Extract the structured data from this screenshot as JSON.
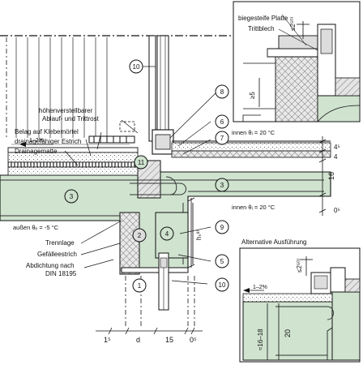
{
  "colors": {
    "concrete": "#cfe3cf",
    "concrete_dark": "#b9d4b9",
    "insulation": "#e2e2e2",
    "insulation_hatch": "#8a8a8a",
    "line": "#111111",
    "water_blue": "#9fc7e8"
  },
  "labels": {
    "hoehen": "höhenverstellbarer",
    "ablauf": "Ablauf- und Trittrost",
    "belag": "Belag auf Klebemörtel",
    "estrich": "drainagefähiger Estrich",
    "drainagematte": "Drainagematte",
    "gefaelle_left": "1–2%",
    "innen_top": "innen  θᵢ = 20 °C",
    "innen_mid": "innen  θᵢ = 20 °C",
    "aussen": "außen  θₑ = -5 °C",
    "trennlage": "Trennlage",
    "gefaelleestrich": "Gefälleestrich",
    "abdichtung1": "Abdichtung nach",
    "abdichtung2": "DIN 18195",
    "biegesteif": "biegesteife Platte",
    "trittblech": "Trittblech",
    "alternative": "Alternative Ausführung",
    "gefaelle_alt": "1–2%"
  },
  "markers": {
    "m1": "1",
    "m2": "2",
    "m3a": "3",
    "m3b": "3",
    "m4": "4",
    "m5": "5",
    "m6": "6",
    "m7": "7",
    "m8": "8",
    "m9": "9",
    "m10a": "10",
    "m10b": "10",
    "m11": "11"
  },
  "dims": {
    "r_45": "4⁵",
    "r_4": "4",
    "r_16": "16",
    "r_05": "0⁵",
    "hs": "hₛ⁸⁾",
    "b_15": "1⁵",
    "b_d": "d",
    "b_15b": "15",
    "b_05": "0⁵",
    "inset_250": "≤2⁵⁰⁾",
    "inset_ge5": "≥5",
    "alt_250": "≤2⁵⁰⁾",
    "alt_1618": "≈16–18",
    "alt_20": "20"
  }
}
